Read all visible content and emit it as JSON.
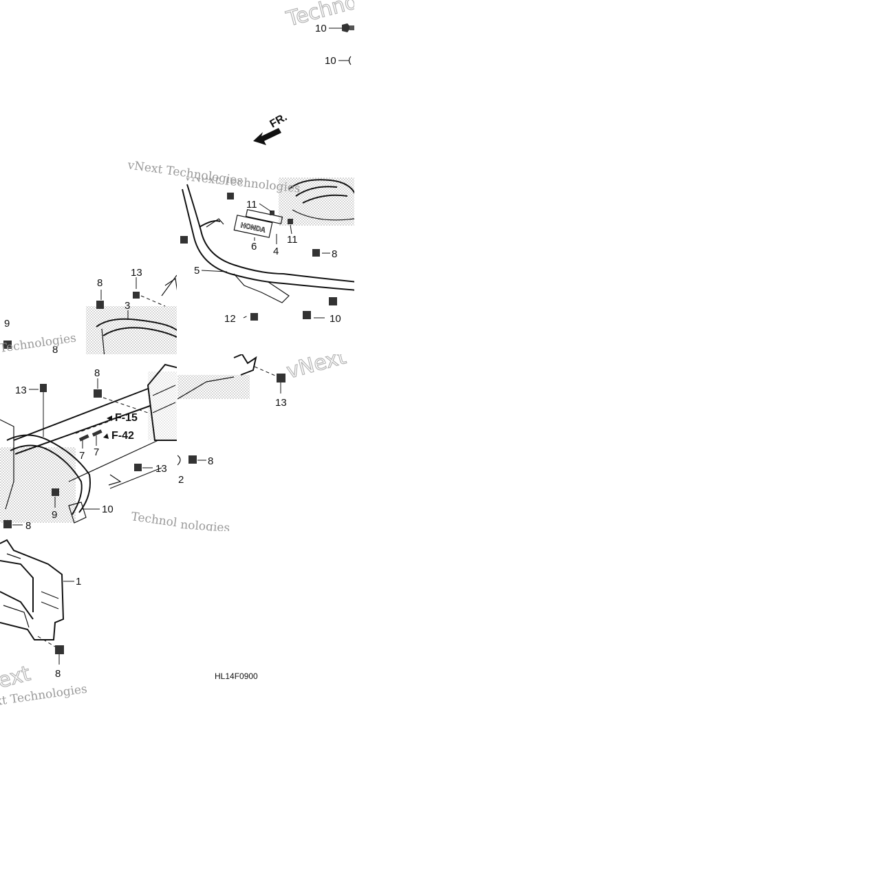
{
  "diagram": {
    "code": "HL14F0900",
    "direction_label": "FR.",
    "refs": [
      "F-15",
      "F-42"
    ],
    "callouts": [
      {
        "id": "c10a",
        "text": "10"
      },
      {
        "id": "c10b",
        "text": "10"
      },
      {
        "id": "c11a",
        "text": "11"
      },
      {
        "id": "c11b",
        "text": "11"
      },
      {
        "id": "c6",
        "text": "6"
      },
      {
        "id": "c4",
        "text": "4"
      },
      {
        "id": "c8a",
        "text": "8"
      },
      {
        "id": "c5",
        "text": "5"
      },
      {
        "id": "c12",
        "text": "12"
      },
      {
        "id": "c10c",
        "text": "10"
      },
      {
        "id": "c13a",
        "text": "13"
      },
      {
        "id": "c8b",
        "text": "8"
      },
      {
        "id": "c3",
        "text": "3"
      },
      {
        "id": "c9a",
        "text": "9"
      },
      {
        "id": "c8c",
        "text": "8"
      },
      {
        "id": "c13b",
        "text": "13"
      },
      {
        "id": "c8d",
        "text": "8"
      },
      {
        "id": "c13c",
        "text": "13"
      },
      {
        "id": "c7a",
        "text": "7"
      },
      {
        "id": "c7b",
        "text": "7"
      },
      {
        "id": "c13d",
        "text": "13"
      },
      {
        "id": "c9b",
        "text": "9"
      },
      {
        "id": "c10d",
        "text": "10"
      },
      {
        "id": "c8e",
        "text": "8"
      },
      {
        "id": "c2",
        "text": "2"
      },
      {
        "id": "c8f",
        "text": "8"
      },
      {
        "id": "c1",
        "text": "1"
      },
      {
        "id": "c8g",
        "text": "8"
      }
    ],
    "watermarks": [
      {
        "id": "w1",
        "text": "vNext Technologies"
      },
      {
        "id": "w2",
        "text": "vNext Technologies"
      },
      {
        "id": "w3",
        "text": "Technologies"
      },
      {
        "id": "w4",
        "text": "vNext Technologies"
      },
      {
        "id": "w5",
        "text": "Technologies"
      },
      {
        "id": "w6",
        "text": "vNext Technologies"
      }
    ]
  }
}
